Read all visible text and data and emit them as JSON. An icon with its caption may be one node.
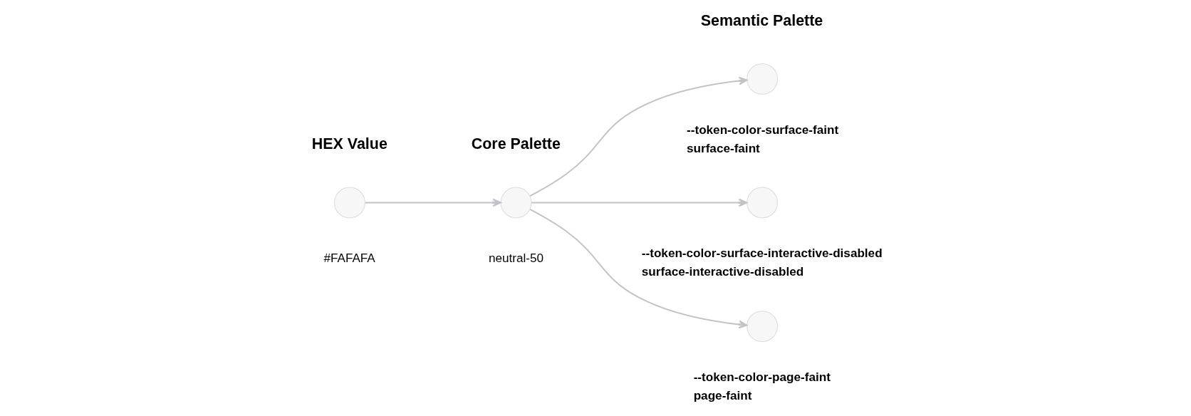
{
  "diagram": {
    "nodes": [
      {
        "text": [],
        "shape": "circle",
        "beside": [
          "#FAFAFA"
        ]
      },
      {
        "text": [],
        "shape": "circle",
        "beside": [
          "neutral-50"
        ]
      },
      {
        "text": [],
        "shape": "circle",
        "beside": [
          "--token-color-surface-faint",
          "surface-faint"
        ]
      },
      {
        "text": [],
        "shape": "circle",
        "beside": [
          "--token-color-surface-interactive-disabled",
          "surface-interactive-disabled"
        ]
      },
      {
        "text": [],
        "shape": "circle",
        "beside": [
          "--token-color-page-faint",
          "page-faint"
        ]
      }
    ],
    "edges": [
      {
        "from": 0,
        "to": 1,
        "arrow": "to"
      },
      {
        "from": 1,
        "to": 2,
        "arrow": "to"
      },
      {
        "from": 1,
        "to": 3,
        "arrow": "to"
      },
      {
        "from": 1,
        "to": 4,
        "arrow": "to"
      }
    ],
    "labels": [
      "HEX Value",
      "Core Palette",
      "Semantic Palette"
    ]
  }
}
